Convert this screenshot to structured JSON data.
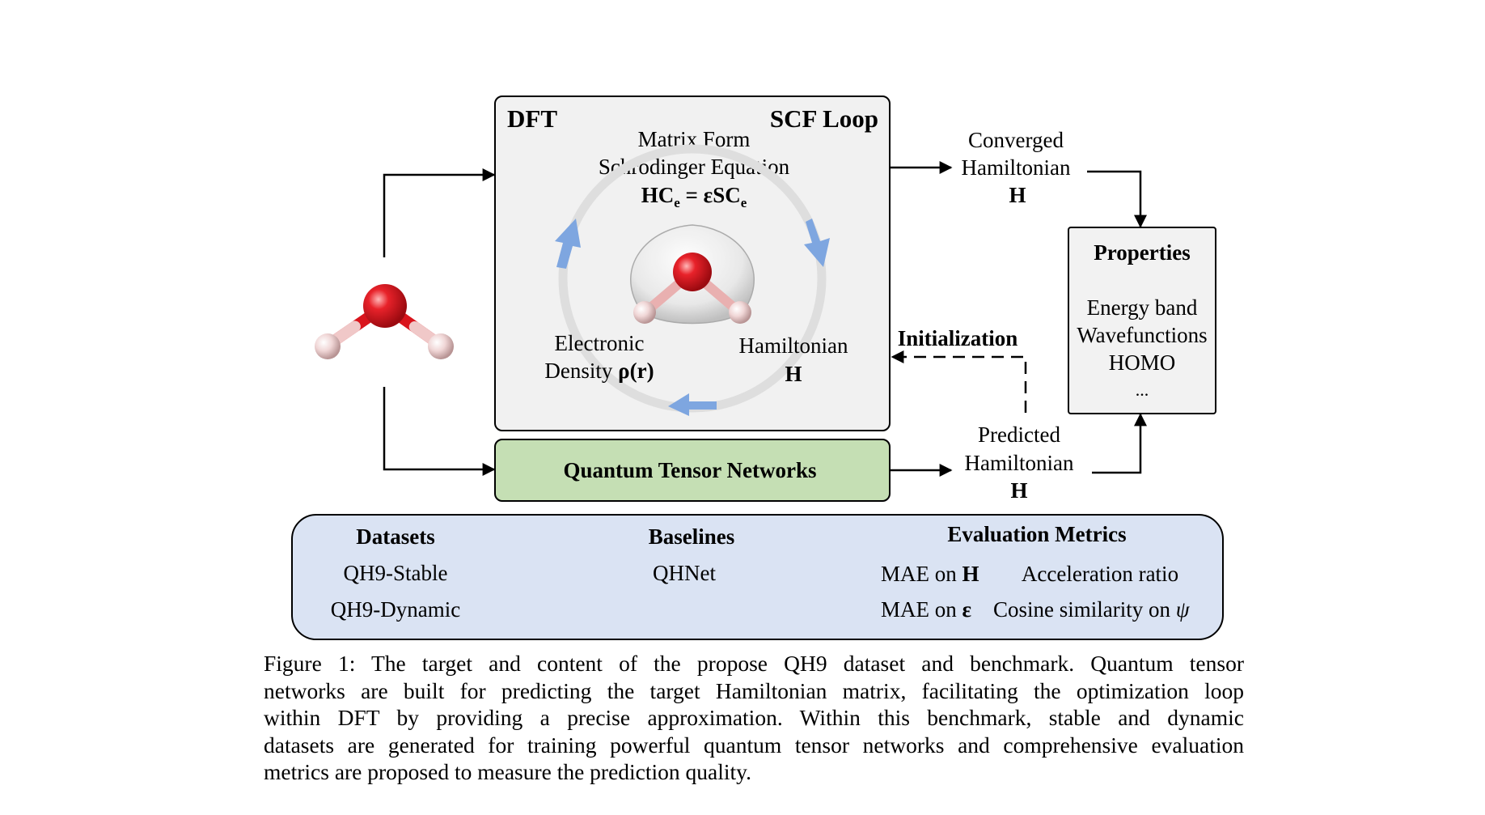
{
  "dft_box": {
    "title_left": "DFT",
    "title_right": "SCF Loop",
    "equation_lines": [
      "Matrix Form",
      "Schrödinger Equation"
    ],
    "equation": {
      "a": "HC",
      "sub1": "e",
      "b": " = εSC",
      "sub2": "e"
    },
    "density_label": [
      "Electronic",
      "Density "
    ],
    "density_symbol": "ρ(r)",
    "hamiltonian_label": "Hamiltonian",
    "hamiltonian_symbol": "H"
  },
  "qtn_box": {
    "label": "Quantum Tensor Networks"
  },
  "converged": {
    "lines": [
      "Converged",
      "Hamiltonian"
    ],
    "symbol": "H"
  },
  "predicted": {
    "lines": [
      "Predicted",
      "Hamiltonian"
    ],
    "symbol": "H"
  },
  "initialization_label": "Initialization",
  "properties": {
    "title": "Properties",
    "items": [
      "Energy band",
      "Wavefunctions",
      "HOMO",
      "..."
    ]
  },
  "benchmark": {
    "datasets": {
      "title": "Datasets",
      "items": [
        "QH9-Stable",
        "QH9-Dynamic"
      ]
    },
    "baselines": {
      "title": "Baselines",
      "items": [
        "QHNet"
      ]
    },
    "metrics": {
      "title": "Evaluation Metrics",
      "mae_h": {
        "prefix": "MAE on ",
        "symbol": "H"
      },
      "mae_e": {
        "prefix": "MAE on ",
        "symbol": "ε"
      },
      "accel": "Acceleration ratio",
      "cosine": {
        "prefix": "Cosine similarity on ",
        "symbol": "ψ"
      }
    }
  },
  "caption_lines": [
    "Figure 1:  The target and content of the propose QH9 dataset and benchmark.  Quantum tensor",
    "networks are built for predicting the target Hamiltonian matrix, facilitating the optimization loop",
    "within DFT by providing a precise approximation.  Within this benchmark, stable and dynamic",
    "datasets are generated for training powerful quantum tensor networks and comprehensive evaluation",
    "metrics are proposed to measure the prediction quality."
  ],
  "colors": {
    "dft_fill": "#f1f1f1",
    "qtn_fill": "#c5dfb4",
    "bench_fill": "#dae3f3",
    "arrow_blue": "#7ea6e0",
    "oxygen": "#d9141c",
    "hydrogen": "#f3dcdc"
  }
}
